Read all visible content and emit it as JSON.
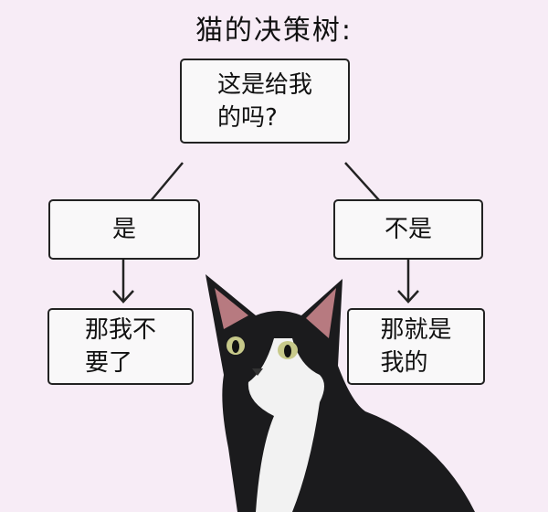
{
  "title": "猫的决策树:",
  "root": {
    "line1": "这是给我",
    "line2": "的吗?"
  },
  "yes": {
    "label": "是",
    "result_line1": "那我不",
    "result_line2": "要了"
  },
  "no": {
    "label": "不是",
    "result_line1": "那就是",
    "result_line2": "我的"
  },
  "colors": {
    "background": "#f7ecf6",
    "box_fill": "#f9f8f9",
    "stroke": "#222222"
  }
}
